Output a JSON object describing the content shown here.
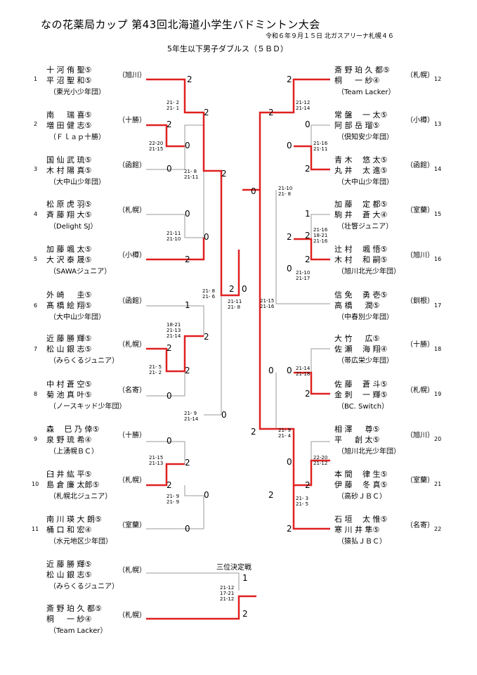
{
  "header": {
    "title": "なの花薬局カップ 第43回北海道小学生バドミントン大会",
    "date": "令和６年９月１５日 北ガスアリーナ札幌４６",
    "category": "5年生以下男子ダブルス（５ＢＤ）"
  },
  "entries": [
    {
      "num": "1",
      "p1": "十 河 侑 聖⑤",
      "p2": "平 沼 聖 和⑤",
      "club": "（東光小少年団）",
      "region": "（旭川）"
    },
    {
      "num": "2",
      "p1": "南 　 瑞 喜⑤",
      "p2": "増 田 健 志⑤",
      "club": "（Ｆｌａｐ十勝）",
      "region": "（十勝）"
    },
    {
      "num": "3",
      "p1": "国 仙 武 琉⑤",
      "p2": "木 村 陽 真⑤",
      "club": "（大中山少年団）",
      "region": "（函館）"
    },
    {
      "num": "4",
      "p1": "松 原 虎 羽⑤",
      "p2": "斉 藤 翔 大⑤",
      "club": "（Delight SJ）",
      "region": "（札幌）"
    },
    {
      "num": "5",
      "p1": "加 藤 颯 太⑤",
      "p2": "大 沢 泰 晟⑤",
      "club": "（SAWAジュニア）",
      "region": "（小樽）"
    },
    {
      "num": "6",
      "p1": "外 崎 　 圭⑤",
      "p2": "髙 橋 絵 翔⑤",
      "club": "（大中山少年団）",
      "region": "（函館）"
    },
    {
      "num": "7",
      "p1": "近 藤 勝 輝⑤",
      "p2": "松 山 銀 志⑤",
      "club": "（みらくるジュニア）",
      "region": "（札幌）"
    },
    {
      "num": "8",
      "p1": "中 村 蒼 空⑤",
      "p2": "菊 池 真 叶⑤",
      "club": "（ノースキッド少年団）",
      "region": "（名寄）"
    },
    {
      "num": "9",
      "p1": "森 　巳 乃 倖⑤",
      "p2": "泉 野 琉 希④",
      "club": "（上湧幌ＢＣ）",
      "region": "（十勝）"
    },
    {
      "num": "10",
      "p1": "臼 井 紘 平⑤",
      "p2": "島 倉 廉 太郎⑤",
      "club": "（札幌北ジュニア）",
      "region": "（札幌）"
    },
    {
      "num": "11",
      "p1": "南 川 瑛 大 朗⑤",
      "p2": "桶 口 和 宏④",
      "club": "（水元地区少年団）",
      "region": "（室蘭）"
    },
    {
      "num": "12",
      "p1": "斎 野 珀 久 都⑤",
      "p2": "桐 　 一 紗④",
      "club": "（Team Lacker）",
      "region": "（札幌）"
    },
    {
      "num": "13",
      "p1": "常 盤 　一 太⑤",
      "p2": "阿 部 岳 瑠⑤",
      "club": "（倶知安少年団）",
      "region": "（小樽）"
    },
    {
      "num": "14",
      "p1": "青 木 　悠 太⑤",
      "p2": "丸 井 　太 進⑤",
      "club": "（大中山少年団）",
      "region": "（函館）"
    },
    {
      "num": "15",
      "p1": "加 藤 　定 都⑤",
      "p2": "駒 井 　蒼 大④",
      "club": "（壮瞥ジュニア）",
      "region": "（室蘭）"
    },
    {
      "num": "16",
      "p1": "辻 村 　颯 悟⑤",
      "p2": "木 村 　和 嗣⑤",
      "club": "（旭川北光少年団）",
      "region": "（旭川）"
    },
    {
      "num": "17",
      "p1": "信 免 　勇 壱⑤",
      "p2": "高 橋 　 潤⑤",
      "club": "（中春別少年団）",
      "region": "（釧根）"
    },
    {
      "num": "18",
      "p1": "大 竹 　 広⑤",
      "p2": "佐 瀬 　海 翔④",
      "club": "（帯広栄少年団）",
      "region": "（十勝）"
    },
    {
      "num": "19",
      "p1": "佐 藤 　蒼 斗⑤",
      "p2": "金 刺 　一 輝⑤",
      "club": "（BC. Switch）",
      "region": "（札幌）"
    },
    {
      "num": "20",
      "p1": "相 澤 　 尊⑤",
      "p2": "平 　 創 太⑤",
      "club": "（旭川北光少年団）",
      "region": "（旭川）"
    },
    {
      "num": "21",
      "p1": "本 間 　律 生⑤",
      "p2": "伊 藤 　冬 真⑤",
      "club": "（高砂ＪＢＣ）",
      "region": "（室蘭）"
    },
    {
      "num": "22",
      "p1": "石 垣 　太 惟⑤",
      "p2": "寒 川 井 隼⑤",
      "club": "（猿払ＪＢＣ）",
      "region": "（名寄）"
    }
  ],
  "third_place": {
    "label": "三位決定戦",
    "entries": [
      {
        "p1": "近 藤 勝 輝⑤",
        "p2": "松 山 銀 志⑤",
        "club": "（みらくるジュニア）",
        "region": "（札幌）"
      },
      {
        "p1": "斎 野 珀 久 都⑤",
        "p2": "桐 　 一 紗④",
        "club": "（Team Lacker）",
        "region": "（札幌）"
      }
    ],
    "score": [
      "21-12",
      "17-21",
      "21-12"
    ],
    "results": [
      "1",
      "2"
    ]
  },
  "results": {
    "r1_1": "2",
    "r1_2": "2",
    "r1_3": "0",
    "r1_4": "0",
    "r1_5": "0",
    "r1_6": "2",
    "r1_7": "1",
    "r1_8": "2",
    "r1_9": "2",
    "r1_10": "0",
    "r1_11": "0",
    "r1_12": "2",
    "r1_13": "2",
    "r1_14": "0",
    "r2_1": "2",
    "r2_2": "0",
    "r2_3": "2",
    "r2_4": "0",
    "r2_5": "0",
    "r2_6": "2",
    "r2_7": "2",
    "r2_8": "0",
    "r3_1": "2",
    "r3_2": "0",
    "r3_3": "0",
    "r3_4": "2",
    "semi_l": "2",
    "semi_r": "0",
    "final_l": "2",
    "final_r": "0",
    "rt_1": "2",
    "rt_2": "0",
    "rt_3": "0",
    "rt_4": "2",
    "rt_5": "1",
    "rt_6": "2",
    "rt_7": "0",
    "rt_8": "2",
    "rt_9": "0",
    "rt_10": "2",
    "rt_11": "0",
    "rt_12": "2",
    "rt_13": "2",
    "rt_14": "2",
    "rs_1": "2",
    "rs_2": "0",
    "rs_3": "0",
    "rs_4": "2",
    "rs_5": "0",
    "rs_6": "2",
    "rs_7": "0",
    "rs_8": "2",
    "rq_1": "2",
    "rq_2": "0",
    "rq_3": "0",
    "rq_4": "2",
    "rsemi": "0",
    "rfinal": "2"
  },
  "scores": {
    "s1": "21- 2\n21- 1",
    "s2": "22-20\n21-15",
    "s3": "21- 8\n21-11",
    "s4": "21-11\n21-10",
    "s5": "18-21\n21-13\n21-14",
    "s6": "21- 5\n21- 2",
    "s7": "21- 9\n21-14",
    "s8": "21-15\n21-13",
    "s9": "21- 9\n21- 9",
    "s10": "21- 8\n21- 6",
    "s11": "21-11\n21- 8",
    "t1": "21-12\n21-14",
    "t2": "21-16\n21-11",
    "t3": "21-10\n21- 8",
    "t4": "21-16\n18-21\n21-16",
    "t5": "21-10\n21-17",
    "t6": "21-15\n21-16",
    "t7": "21-14\n21-18",
    "t8": "21- 9\n21- 4",
    "t9": "22-20\n21-12",
    "t10": "21- 3\n21- 5"
  }
}
